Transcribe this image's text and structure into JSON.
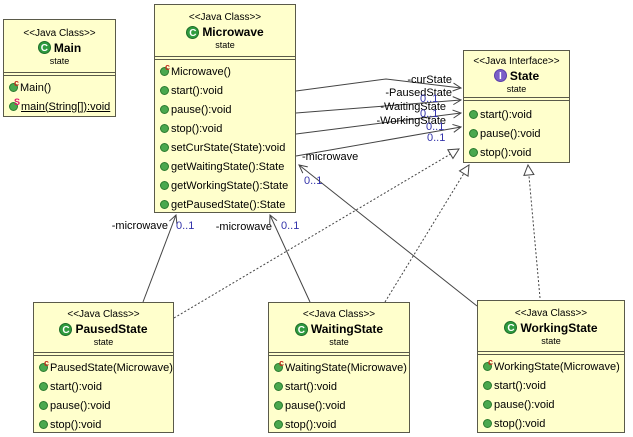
{
  "diagram_type": "uml-class-diagram",
  "classes": [
    {
      "stereotype": "<<Java Class>>",
      "icon_letter": "C",
      "name": "Main",
      "package": "state",
      "methods": [
        {
          "marker": "c",
          "text": "Main()"
        },
        {
          "marker": "S",
          "text": "main(String[]):void"
        }
      ]
    },
    {
      "stereotype": "<<Java Class>>",
      "icon_letter": "C",
      "name": "Microwave",
      "package": "state",
      "methods": [
        {
          "marker": "c",
          "text": "Microwave()"
        },
        {
          "marker": "",
          "text": "start():void"
        },
        {
          "marker": "",
          "text": "pause():void"
        },
        {
          "marker": "",
          "text": "stop():void"
        },
        {
          "marker": "",
          "text": "setCurState(State):void"
        },
        {
          "marker": "",
          "text": "getWaitingState():State"
        },
        {
          "marker": "",
          "text": "getWorkingState():State"
        },
        {
          "marker": "",
          "text": "getPausedState():State"
        }
      ]
    },
    {
      "stereotype": "<<Java Interface>>",
      "icon_letter": "I",
      "name": "State",
      "package": "state",
      "methods": [
        {
          "marker": "",
          "text": "start():void"
        },
        {
          "marker": "",
          "text": "pause():void"
        },
        {
          "marker": "",
          "text": "stop():void"
        }
      ]
    },
    {
      "stereotype": "<<Java Class>>",
      "icon_letter": "C",
      "name": "PausedState",
      "package": "state",
      "methods": [
        {
          "marker": "c",
          "text": "PausedState(Microwave)"
        },
        {
          "marker": "",
          "text": "start():void"
        },
        {
          "marker": "",
          "text": "pause():void"
        },
        {
          "marker": "",
          "text": "stop():void"
        }
      ]
    },
    {
      "stereotype": "<<Java Class>>",
      "icon_letter": "C",
      "name": "WaitingState",
      "package": "state",
      "methods": [
        {
          "marker": "c",
          "text": "WaitingState(Microwave)"
        },
        {
          "marker": "",
          "text": "start():void"
        },
        {
          "marker": "",
          "text": "pause():void"
        },
        {
          "marker": "",
          "text": "stop():void"
        }
      ]
    },
    {
      "stereotype": "<<Java Class>>",
      "icon_letter": "C",
      "name": "WorkingState",
      "package": "state",
      "methods": [
        {
          "marker": "c",
          "text": "WorkingState(Microwave)"
        },
        {
          "marker": "",
          "text": "start():void"
        },
        {
          "marker": "",
          "text": "pause():void"
        },
        {
          "marker": "",
          "text": "stop():void"
        }
      ]
    }
  ],
  "edge_labels": {
    "cur_state": "-curState",
    "paused_state": "-PausedState",
    "waiting_state": "-WaitingState",
    "working_state": "-WorkingState",
    "microwave": "-microwave",
    "multiplicity": "0..1"
  },
  "colors": {
    "box_fill": "#ffffcc",
    "box_border": "#5a5a4a",
    "class_icon_green": "#2f9b3f",
    "interface_icon_purple": "#7a5fc8",
    "method_bullet_green": "#4aa84e",
    "edge_line": "#444444",
    "multiplicity_text": "#3333aa"
  }
}
